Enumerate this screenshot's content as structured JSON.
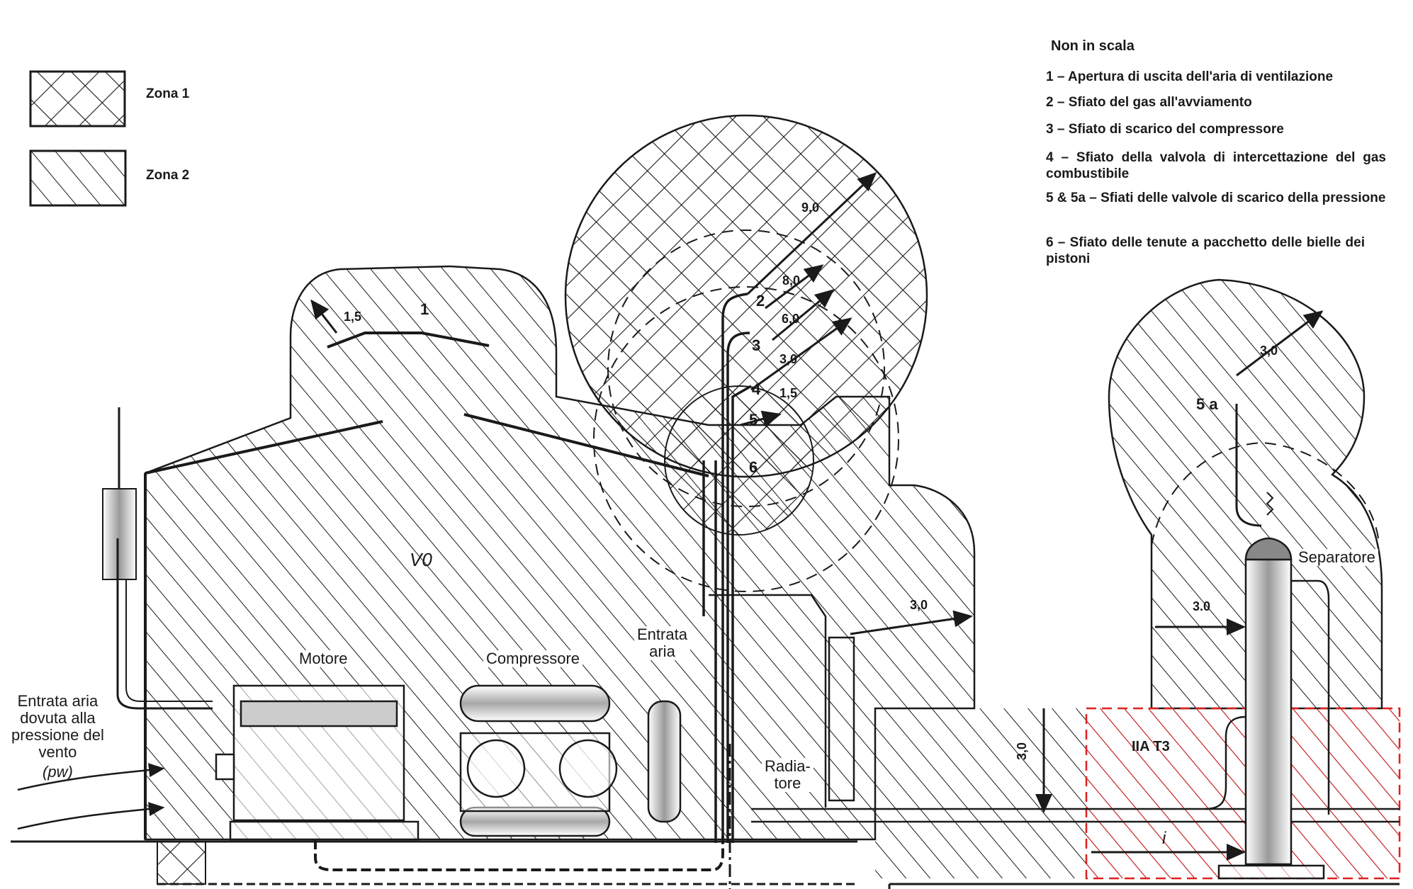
{
  "legend": {
    "title": "Non in scala",
    "items": [
      {
        "id": "1",
        "text": "1 – Apertura di uscita dell'aria di ventilazione"
      },
      {
        "id": "2",
        "text": "2 – Sfiato del gas all'avviamento"
      },
      {
        "id": "3",
        "text": "3 – Sfiato di scarico del compressore"
      },
      {
        "id": "4",
        "text": "4 – Sfiato della valvola di intercettazione del gas combustibile"
      },
      {
        "id": "5",
        "text": "5 & 5a – Sfiati delle valvole di scarico della pressione"
      },
      {
        "id": "6",
        "text": "6 – Sfiato delle tenute a pacchetto delle bielle dei pistoni"
      }
    ]
  },
  "zones": [
    {
      "label": "Zona 1",
      "pattern": "cross-hatch"
    },
    {
      "label": "Zona 2",
      "pattern": "single-hatch"
    }
  ],
  "components": {
    "motore": "Motore",
    "compressore": "Compressore",
    "entrata_aria_line1": "Entrata",
    "entrata_aria_line2": "aria",
    "radiatore_line1": "Radia-",
    "radiatore_line2": "tore",
    "separatore": "Separatore",
    "wind_inlet_line1": "Entrata aria",
    "wind_inlet_line2": "dovuta alla",
    "wind_inlet_line3": "pressione del",
    "wind_inlet_line4": "vento",
    "wind_inlet_symbol": "(pw)",
    "volume_symbol": "V0",
    "gas_group": "IIA T3",
    "distance_symbol": "i"
  },
  "vent_numbers": [
    "1",
    "2",
    "3",
    "4",
    "5",
    "6",
    "5 a"
  ],
  "dimensions": {
    "d_1_5_vent1": "1,5",
    "d_9_0": "9,0",
    "d_8_0": "8,0",
    "d_6_0": "6,0",
    "d_3_0_main": "3,0",
    "d_1_5": "1,5",
    "d_3_0_radiator": "3,0",
    "d_3_0_5a": "3,0",
    "d_3_0_separator": "3.0",
    "d_3_0_vertical": "3,0"
  },
  "colors": {
    "line": "#1a1a1a",
    "hatch_red": "#e02020",
    "vessel_gray": "#b8b8b8"
  }
}
